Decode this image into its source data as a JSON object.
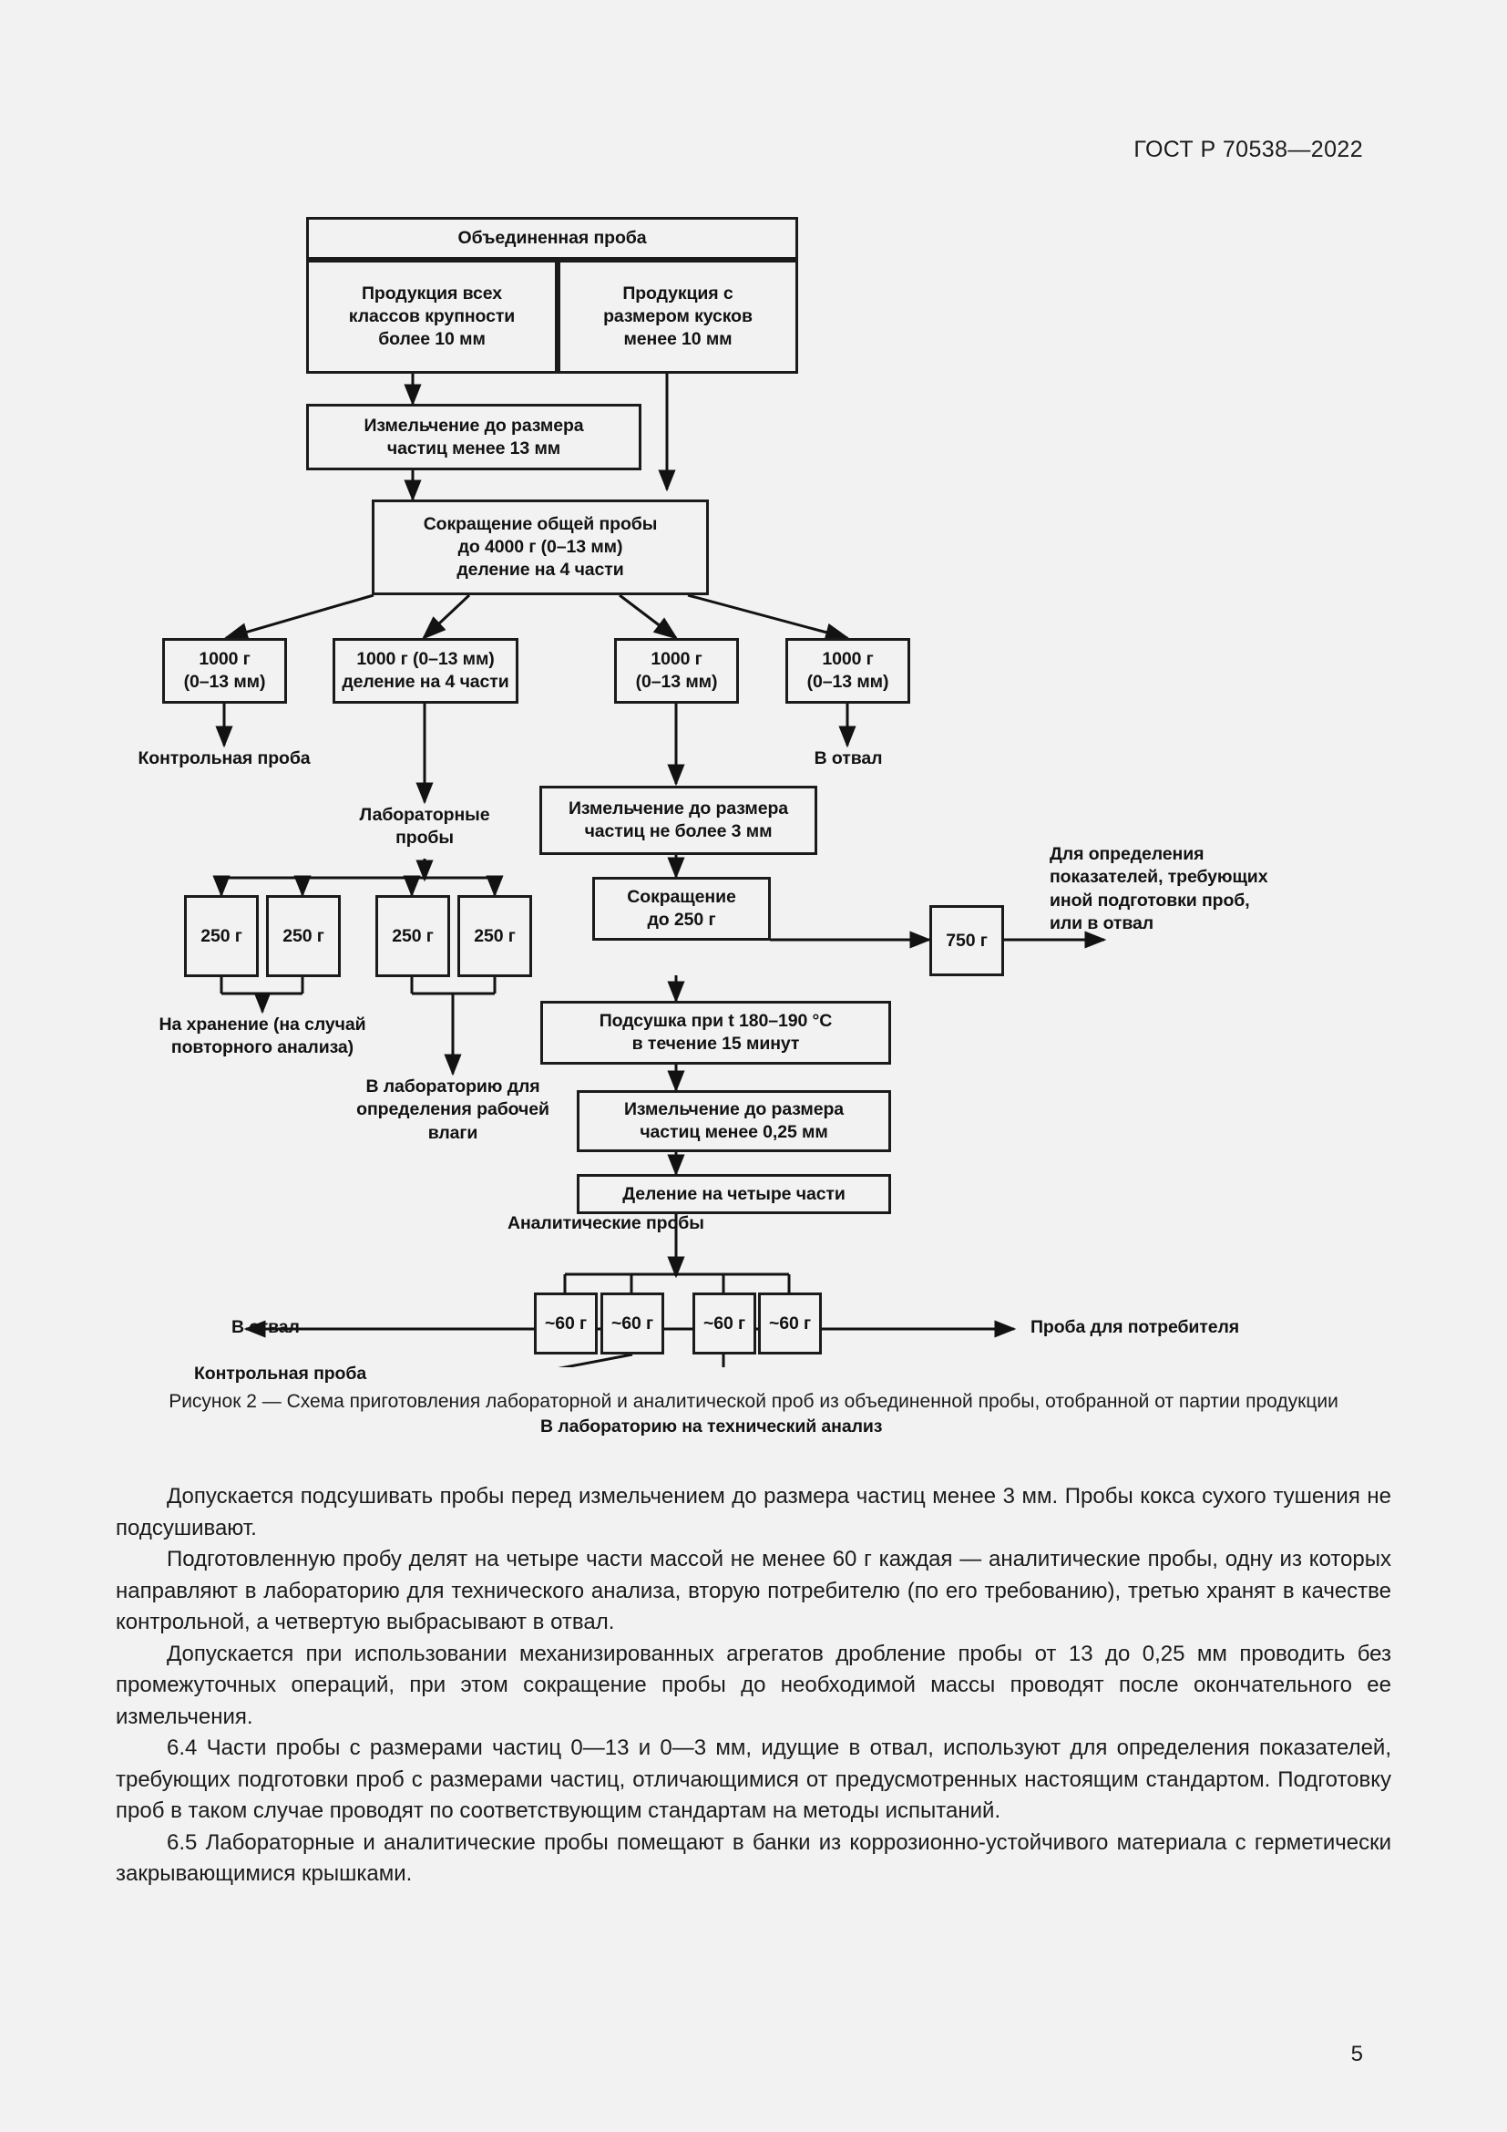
{
  "header": {
    "standard_code": "ГОСТ Р 70538—2022"
  },
  "figure": {
    "boxes": {
      "combined_sample": "Объединенная проба",
      "product_all_classes": [
        "Продукция всех",
        "классов крупности",
        "более 10 мм"
      ],
      "product_under_10": [
        "Продукция с",
        "размером кусков",
        "менее 10 мм"
      ],
      "crush_13": [
        "Измельчение до размера",
        "частиц менее 13 мм"
      ],
      "reduce_4000": [
        "Сокращение общей пробы",
        "до 4000 г (0–13 мм)",
        "деление на 4 части"
      ],
      "g1000_a": [
        "1000 г",
        "(0–13 мм)"
      ],
      "g1000_b": [
        "1000 г (0–13 мм)",
        "деление на 4 части"
      ],
      "g1000_c": [
        "1000 г",
        "(0–13 мм)"
      ],
      "g1000_d": [
        "1000 г",
        "(0–13 мм)"
      ],
      "g250_1": "250 г",
      "g250_2": "250 г",
      "g250_3": "250 г",
      "g250_4": "250 г",
      "crush_3": [
        "Измельчение до размера",
        "частиц не более 3 мм"
      ],
      "reduce_250": [
        "Сокращение",
        "до 250 г"
      ],
      "g750": "750 г",
      "drying": [
        "Подсушка при t 180–190  °C",
        "в течение 15 минут"
      ],
      "crush_025": [
        "Измельчение до размера",
        "частиц менее 0,25 мм"
      ],
      "divide_four": "Деление на четыре части",
      "g60_1": "~60 г",
      "g60_2": "~60 г",
      "g60_3": "~60 г",
      "g60_4": "~60 г"
    },
    "labels": {
      "control_sample_top": [
        "Контрольная",
        "проба"
      ],
      "lab_samples": [
        "Лабораторные",
        "пробы"
      ],
      "to_dump_top": "В отвал",
      "for_determination": [
        "Для",
        "определения",
        "показателей,",
        "требующих иной",
        "подготовки проб,",
        "или в отвал"
      ],
      "for_storage": [
        "На хранение (на случай",
        "повторного анализа)"
      ],
      "to_lab_moisture": [
        "В лабораторию",
        "для определения",
        "рабочей влаги"
      ],
      "analytical_samples": "Аналитические пробы",
      "to_dump_bottom": "В отвал",
      "consumer_sample": "Проба для потребителя",
      "control_sample_bottom": "Контрольная проба",
      "to_lab_technical": "В лабораторию на технический анализ"
    },
    "caption": "Рисунок 2 — Схема приготовления лабораторной и аналитической проб из объединенной пробы, отобранной от партии продукции"
  },
  "body": {
    "paragraphs": [
      "Допускается подсушивать пробы перед измельчением до размера частиц менее 3 мм. Пробы кокса сухого тушения не подсушивают.",
      "Подготовленную пробу делят на четыре части массой не менее 60 г каждая — аналитические пробы, одну из которых направляют в лабораторию для технического анализа, вторую потребителю (по его требованию), третью хранят в качестве контрольной, а четвертую выбрасывают в отвал.",
      "Допускается при использовании механизированных агрегатов дробление пробы от 13 до 0,25 мм проводить без промежуточных операций, при этом сокращение пробы до необходимой массы проводят после окончательного ее измельчения.",
      "6.4  Части пробы с размерами частиц 0—13 и 0—3 мм, идущие в отвал, используют для определения показателей, требующих подготовки проб с размерами частиц, отличающимися от предусмотренных настоящим стандартом. Подготовку проб в таком случае проводят по соответствующим стандартам на методы испытаний.",
      "6.5  Лабораторные и аналитические пробы помещают в банки из коррозионно-устойчивого материала с герметически закрывающимися крышками."
    ]
  },
  "page_number": "5",
  "colors": {
    "page_background": "#f2f2f2",
    "ink": "#1b1b1b",
    "diagram_ink": "#121212"
  }
}
